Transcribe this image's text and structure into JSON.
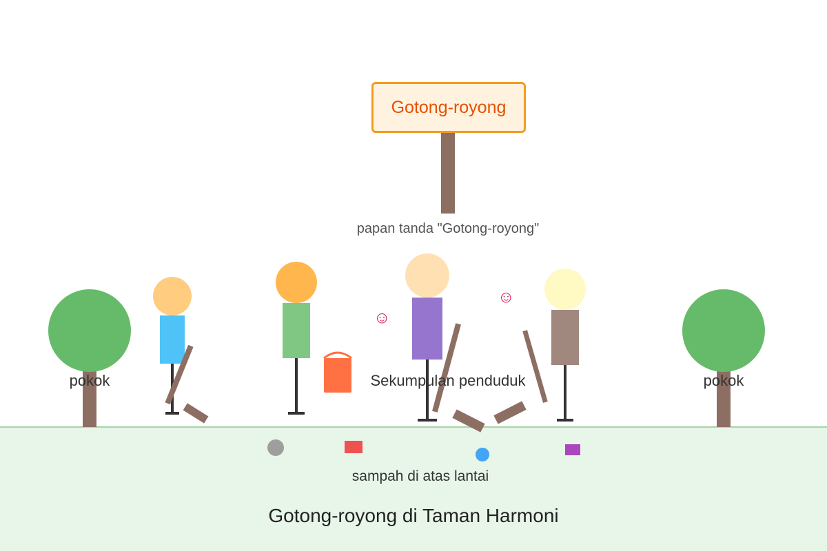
{
  "title": "Gotong-royong di Taman Harmoni",
  "sign": {
    "text": "Gotong-royong",
    "caption": "papan tanda \"Gotong-royong\""
  },
  "labels": {
    "tree": "pokok",
    "group": "Sekumpulan penduduk",
    "litter": "sampah di atas lantai"
  },
  "smiley": "☺",
  "colors": {
    "ground": "#e8f5e9",
    "tree_crown": "#66bb6a",
    "trunk": "#8d6e63",
    "sign_border": "#f39c1f",
    "sign_text": "#e65100",
    "bucket": "#ff7043"
  }
}
